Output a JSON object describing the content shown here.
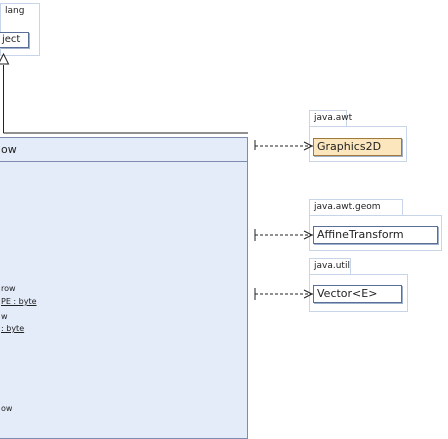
{
  "packages": {
    "lang": "lang",
    "awt": "java.awt",
    "geom": "java.awt.geom",
    "util": "java.util"
  },
  "classes": {
    "object_fragment": "ject",
    "row_fragment": "ow",
    "graphics2d": "Graphics2D",
    "affine": "AffineTransform",
    "vector": "Vector<E>"
  },
  "members": [
    "row",
    "PE : byte",
    "w",
    ": byte",
    "ow"
  ]
}
